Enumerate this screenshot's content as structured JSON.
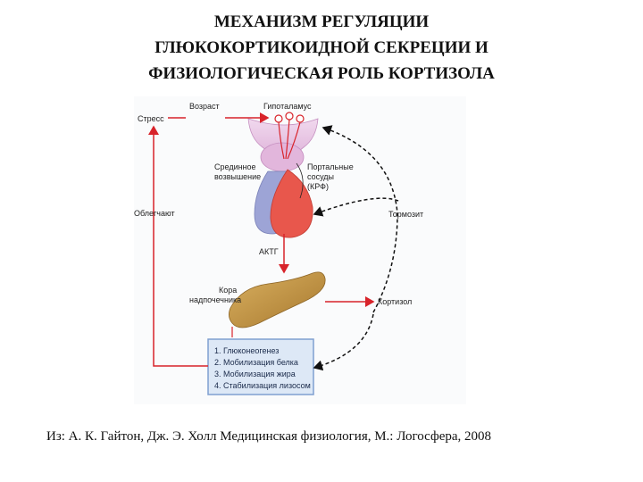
{
  "title": {
    "line1": "МЕХАНИЗМ  РЕГУЛЯЦИИ",
    "line2": "ГЛЮКОКОРТИКОИДНОЙ СЕКРЕЦИИ И",
    "line3": "ФИЗИОЛОГИЧЕСКАЯ РОЛЬ КОРТИЗОЛА"
  },
  "diagram": {
    "labels": {
      "stress": "Стресс",
      "age": "Возраст",
      "hypothalamus": "Гипоталамус",
      "median_eminence_1": "Срединное",
      "median_eminence_2": "возвышение",
      "portal_1": "Портальные",
      "portal_2": "сосуды",
      "portal_3": "(КРФ)",
      "facilitates": "Облегчают",
      "inhibits": "Тормозит",
      "acth": "АКТГ",
      "cortex_1": "Кора",
      "cortex_2": "надпочечника",
      "cortisol": "Кортизол"
    },
    "effects": [
      "1. Глюконеогенез",
      "2. Мобилизация белка",
      "3. Мобилизация жира",
      "4. Стабилизация лизосом"
    ],
    "colors": {
      "arrow_red": "#d8232a",
      "pituitary_red": "#e8574c",
      "pituitary_blue": "#9da4d6",
      "hypothalamus_pink": "#e6c0e0",
      "adrenal": "#c89a4a",
      "box_fill": "#dde8f6",
      "box_border": "#7fa0d0"
    }
  },
  "caption": "Из:  А. К. Гайтон, Дж. Э. Холл Медицинская физиология, М.: Логосфера, 2008"
}
